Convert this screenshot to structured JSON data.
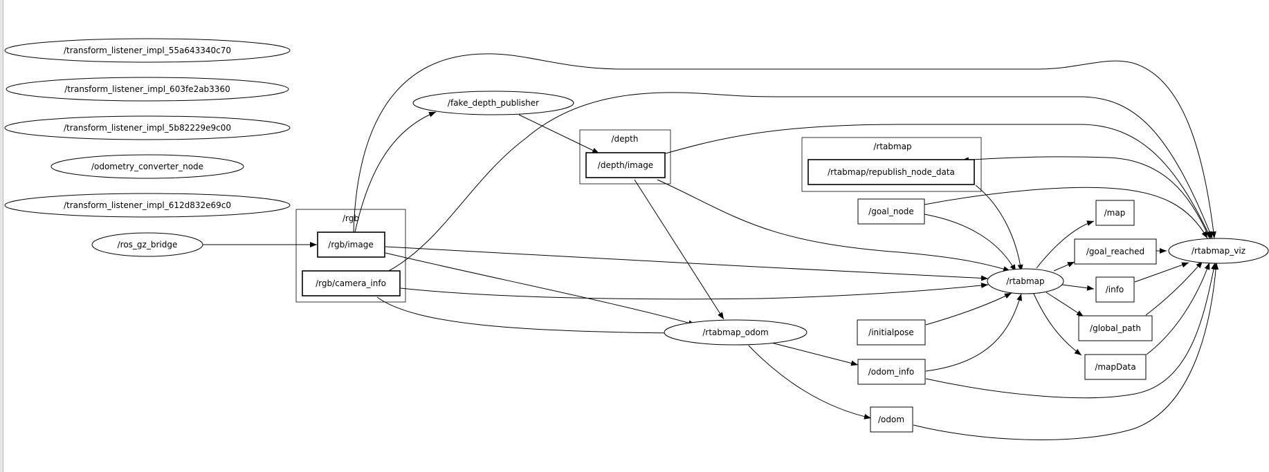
{
  "graph": {
    "nodes": [
      {
        "id": "tl1",
        "label": "/transform_listener_impl_55a643340c70"
      },
      {
        "id": "tl2",
        "label": "/transform_listener_impl_603fe2ab3360"
      },
      {
        "id": "tl3",
        "label": "/transform_listener_impl_5b82229e9c00"
      },
      {
        "id": "odomconv",
        "label": "/odometry_converter_node"
      },
      {
        "id": "tl4",
        "label": "/transform_listener_impl_612d832e69c0"
      },
      {
        "id": "rosgz",
        "label": "/ros_gz_bridge"
      },
      {
        "id": "fakedepth",
        "label": "/fake_depth_publisher"
      },
      {
        "id": "rtabmap_odom",
        "label": "/rtabmap_odom"
      },
      {
        "id": "rtabmap",
        "label": "/rtabmap"
      },
      {
        "id": "rtabmap_viz",
        "label": "/rtabmap_viz"
      }
    ],
    "clusters": [
      {
        "id": "c_rgb",
        "label": "/rgb"
      },
      {
        "id": "c_depth",
        "label": "/depth"
      },
      {
        "id": "c_rtabmap",
        "label": "/rtabmap"
      }
    ],
    "topics": [
      {
        "id": "rgb_image",
        "label": "/rgb/image",
        "cluster": "c_rgb"
      },
      {
        "id": "rgb_info",
        "label": "/rgb/camera_info",
        "cluster": "c_rgb"
      },
      {
        "id": "depth_image",
        "label": "/depth/image",
        "cluster": "c_depth"
      },
      {
        "id": "republish",
        "label": "/rtabmap/republish_node_data",
        "cluster": "c_rtabmap"
      },
      {
        "id": "goal_node",
        "label": "/goal_node"
      },
      {
        "id": "initialpose",
        "label": "/initialpose"
      },
      {
        "id": "odom_info",
        "label": "/odom_info"
      },
      {
        "id": "odom",
        "label": "/odom"
      },
      {
        "id": "map",
        "label": "/map"
      },
      {
        "id": "goal_reached",
        "label": "/goal_reached"
      },
      {
        "id": "info",
        "label": "/info"
      },
      {
        "id": "global_path",
        "label": "/global_path"
      },
      {
        "id": "mapData",
        "label": "/mapData"
      }
    ],
    "edges": [
      {
        "from": "rosgz",
        "to": "rgb_image"
      },
      {
        "from": "rgb_image",
        "to": "fakedepth"
      },
      {
        "from": "rgb_image",
        "to": "rtabmap_viz"
      },
      {
        "from": "rgb_image",
        "to": "rtabmap"
      },
      {
        "from": "rgb_image",
        "to": "rtabmap_odom"
      },
      {
        "from": "rgb_info",
        "to": "rtabmap_viz"
      },
      {
        "from": "rgb_info",
        "to": "rtabmap"
      },
      {
        "from": "rgb_info",
        "to": "rtabmap_odom"
      },
      {
        "from": "fakedepth",
        "to": "depth_image"
      },
      {
        "from": "depth_image",
        "to": "rtabmap_viz"
      },
      {
        "from": "depth_image",
        "to": "rtabmap"
      },
      {
        "from": "depth_image",
        "to": "rtabmap_odom"
      },
      {
        "from": "rtabmap_viz",
        "to": "republish"
      },
      {
        "from": "republish",
        "to": "rtabmap"
      },
      {
        "from": "goal_node",
        "to": "rtabmap"
      },
      {
        "from": "goal_node",
        "to": "rtabmap_viz"
      },
      {
        "from": "initialpose",
        "to": "rtabmap"
      },
      {
        "from": "rtabmap_odom",
        "to": "odom_info"
      },
      {
        "from": "rtabmap_odom",
        "to": "odom"
      },
      {
        "from": "odom_info",
        "to": "rtabmap"
      },
      {
        "from": "odom_info",
        "to": "rtabmap_viz"
      },
      {
        "from": "odom",
        "to": "rtabmap_viz"
      },
      {
        "from": "rtabmap",
        "to": "map"
      },
      {
        "from": "rtabmap",
        "to": "goal_reached"
      },
      {
        "from": "rtabmap",
        "to": "info"
      },
      {
        "from": "rtabmap",
        "to": "global_path"
      },
      {
        "from": "rtabmap",
        "to": "mapData"
      },
      {
        "from": "goal_reached",
        "to": "rtabmap_viz"
      },
      {
        "from": "info",
        "to": "rtabmap_viz"
      },
      {
        "from": "global_path",
        "to": "rtabmap_viz"
      },
      {
        "from": "mapData",
        "to": "rtabmap_viz"
      }
    ]
  }
}
